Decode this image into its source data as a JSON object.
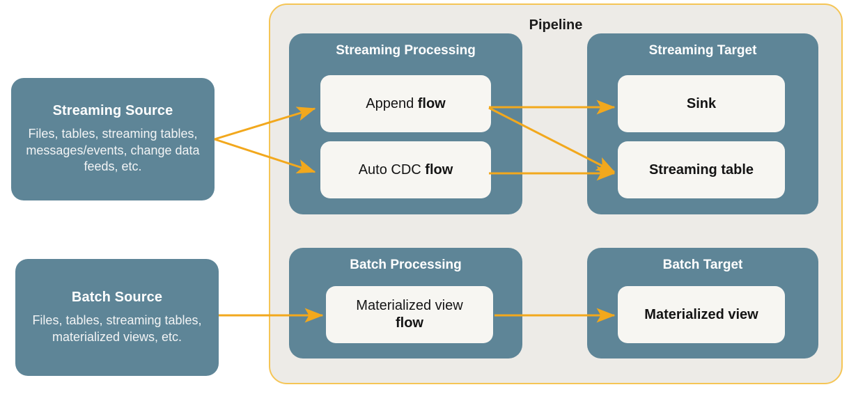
{
  "theme": {
    "teal": "#5e8597",
    "card": "#f7f6f2",
    "pipeline_fill": "#edebe7",
    "pipeline_border": "#f5c556",
    "arrow": "#f2a81d",
    "page_bg": "#ffffff",
    "text_dark": "#141414",
    "text_light": "#ffffff"
  },
  "pipeline": {
    "title": "Pipeline"
  },
  "sources": [
    {
      "id": "streaming-source",
      "title": "Streaming Source",
      "description": "Files, tables, streaming tables, messages/events, change data feeds, etc."
    },
    {
      "id": "batch-source",
      "title": "Batch Source",
      "description": "Files, tables, streaming tables, materialized views, etc."
    }
  ],
  "panels": [
    {
      "id": "streaming-processing",
      "title": "Streaming Processing",
      "cards": [
        {
          "id": "append-flow",
          "prefix": "Append ",
          "bold": "flow",
          "suffix": ""
        },
        {
          "id": "auto-cdc-flow",
          "prefix": "Auto CDC ",
          "bold": "flow",
          "suffix": ""
        }
      ]
    },
    {
      "id": "streaming-target",
      "title": "Streaming Target",
      "cards": [
        {
          "id": "sink",
          "label": "Sink"
        },
        {
          "id": "streaming-table",
          "label": "Streaming table"
        }
      ]
    },
    {
      "id": "batch-processing",
      "title": "Batch Processing",
      "cards": [
        {
          "id": "materialized-view-flow",
          "prefix": "Materialized view",
          "bold": "flow",
          "suffix": ""
        }
      ]
    },
    {
      "id": "batch-target",
      "title": "Batch Target",
      "cards": [
        {
          "id": "materialized-view",
          "label": "Materialized view"
        }
      ]
    }
  ],
  "connections": [
    {
      "id": "streaming-source-to-append-flow",
      "from": "streaming-source",
      "to": "append-flow"
    },
    {
      "id": "streaming-source-to-auto-cdc-flow",
      "from": "streaming-source",
      "to": "auto-cdc-flow"
    },
    {
      "id": "append-flow-to-sink",
      "from": "append-flow",
      "to": "sink"
    },
    {
      "id": "append-flow-to-streaming-table",
      "from": "append-flow",
      "to": "streaming-table"
    },
    {
      "id": "auto-cdc-flow-to-streaming-table",
      "from": "auto-cdc-flow",
      "to": "streaming-table"
    },
    {
      "id": "batch-source-to-materialized-view-flow",
      "from": "batch-source",
      "to": "materialized-view-flow"
    },
    {
      "id": "materialized-view-flow-to-materialized-view",
      "from": "materialized-view-flow",
      "to": "materialized-view"
    }
  ]
}
